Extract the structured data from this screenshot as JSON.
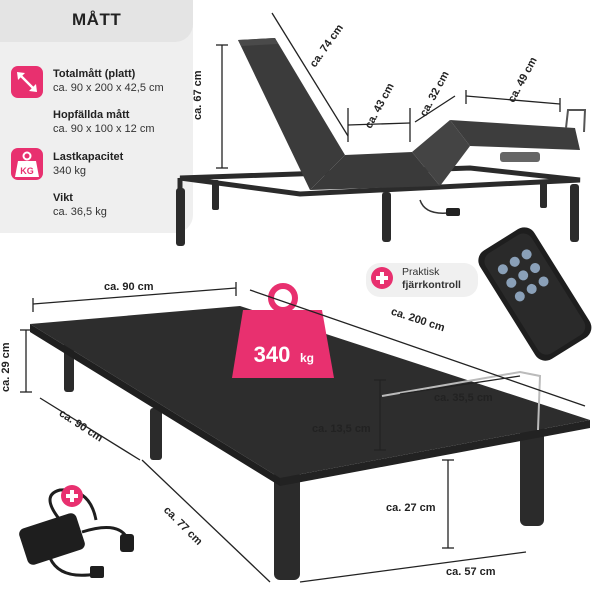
{
  "header": {
    "title": "MÅTT"
  },
  "specs": [
    {
      "label": "Totalmått (platt)",
      "value": "ca. 90 x 200 x 42,5 cm",
      "icon": "arrows-diagonal-icon"
    },
    {
      "label": "Hopfällda mått",
      "value": "ca. 90 x 100 x 12 cm"
    },
    {
      "label": "Lastkapacitet",
      "value": "340 kg",
      "icon": "weight-kg-icon",
      "icon_text": "KG"
    },
    {
      "label": "Vikt",
      "value": "ca. 36,5 kg"
    }
  ],
  "accessory_tag": {
    "line1": "Praktisk",
    "line2": "fjärrkontroll"
  },
  "weight_badge": {
    "number": "340",
    "unit": "kg"
  },
  "dimensions": {
    "top": {
      "height_67": "ca. 67 cm",
      "back_74": "ca. 74 cm",
      "seat_43": "ca. 43 cm",
      "mid_32": "ca. 32 cm",
      "leg_49": "ca. 49 cm"
    },
    "bottom": {
      "width_90": "ca. 90 cm",
      "length_200": "ca. 200 cm",
      "height_29": "ca. 29 cm",
      "side_90": "ca. 90 cm",
      "frame_35": "ca. 35,5 cm",
      "rail_13": "ca. 13,5 cm",
      "leg_27": "ca. 27 cm",
      "legspan_77": "ca. 77 cm",
      "legspan_57": "ca. 57 cm"
    }
  },
  "colors": {
    "accent": "#e8306f",
    "panel": "#efefef",
    "frame": "#2b2b2b"
  }
}
